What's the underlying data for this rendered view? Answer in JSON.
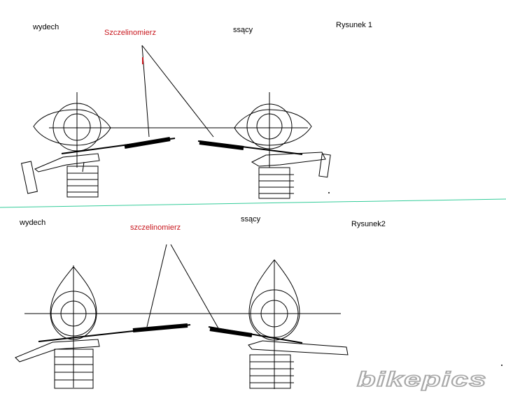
{
  "figure1": {
    "exhaust_label": "wydech",
    "gauge_label": "Szczelinomierz",
    "intake_label": "ssący",
    "caption": "Rysunek 1"
  },
  "figure2": {
    "exhaust_label": "wydech",
    "gauge_label": "szczelinomierz",
    "intake_label": "ssący",
    "caption": "Rysunek2"
  },
  "watermark": {
    "text": "bikepics"
  },
  "colors": {
    "ink": "#000000",
    "label_red": "#c8161d",
    "separator": "#33cc99",
    "watermark_gray": "#b8b8b8"
  }
}
